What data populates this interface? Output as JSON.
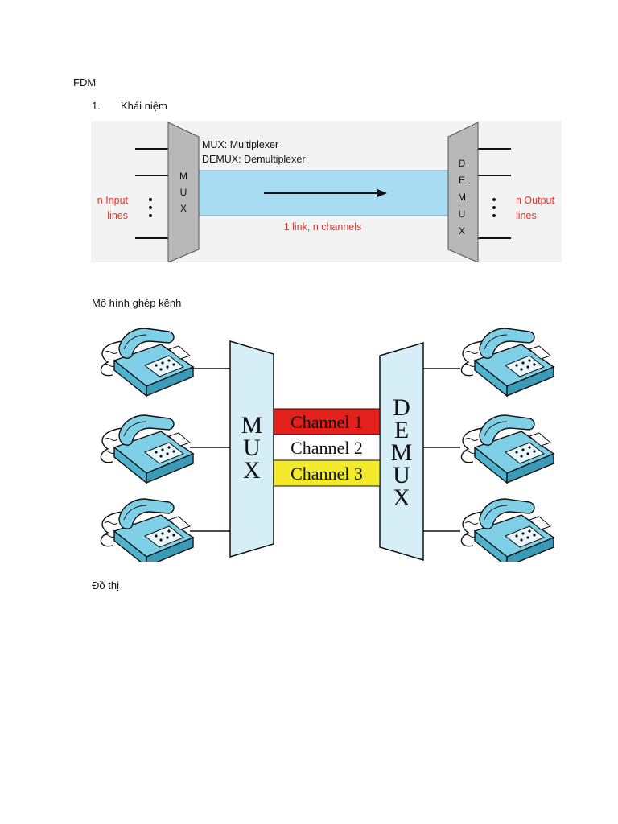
{
  "document": {
    "heading": "FDM",
    "list_item": {
      "number": "1.",
      "text": "Khái niệm"
    },
    "caption_model": "Mô hình ghép kênh",
    "caption_graph": "Đồ thị"
  },
  "figure1": {
    "legend_mux": "MUX: Multiplexer",
    "legend_demux": "DEMUX: Demultiplexer",
    "mux_letters": [
      "M",
      "U",
      "X"
    ],
    "demux_letters": [
      "D",
      "E",
      "M",
      "U",
      "X"
    ],
    "input_label_1": "n Input",
    "input_label_2": "lines",
    "output_label_1": "n Output",
    "output_label_2": "lines",
    "link_label": "1 link, n channels",
    "colors": {
      "link": "#a8dcf2",
      "label_red": "#e0332b",
      "box": "#b8b8b8"
    }
  },
  "figure2": {
    "mux_letters": [
      "M",
      "U",
      "X"
    ],
    "demux_letters": [
      "D",
      "E",
      "M",
      "U",
      "X"
    ],
    "channels": [
      {
        "label": "Channel 1",
        "color": "#e3201b"
      },
      {
        "label": "Channel 2",
        "color": "#ffffff"
      },
      {
        "label": "Channel 3",
        "color": "#f4ea2c"
      }
    ],
    "colors": {
      "box": "#d6eef6",
      "phone": "#7fd0e6"
    }
  }
}
